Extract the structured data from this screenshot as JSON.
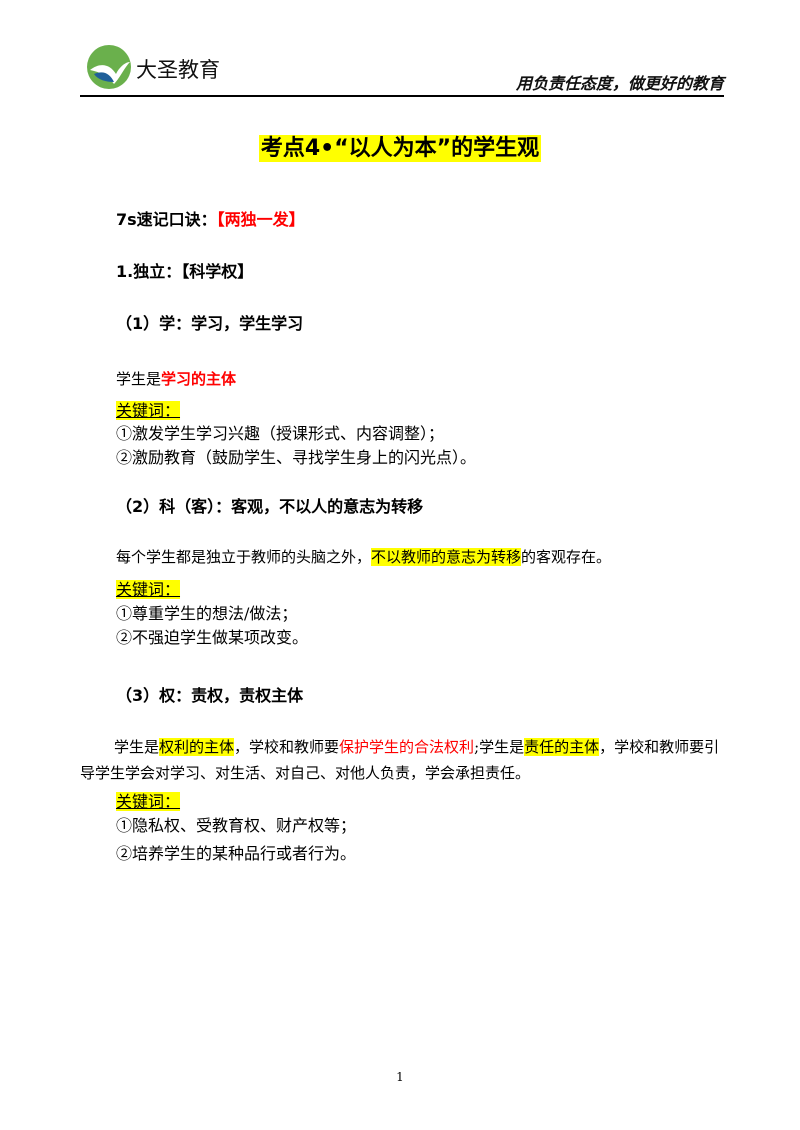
{
  "header": {
    "logo_text": "大圣教育",
    "slogan": "用负责任态度，做更好的教育"
  },
  "title": "考点4•“以人为本”的学生观",
  "mnemonic": {
    "label": "7s速记口诀：",
    "value": "【两独一发】"
  },
  "section1": {
    "heading_prefix": "1.独立：",
    "heading_key": "【科学权】"
  },
  "sub1": {
    "heading": "（1）学：学习，学生学习",
    "text_prefix": "学生是",
    "text_red": "学习的主体",
    "keywords_label": "关键词：",
    "items": [
      "①激发学生学习兴趣（授课形式、内容调整）；",
      "②激励教育（鼓励学生、寻找学生身上的闪光点）。"
    ]
  },
  "sub2": {
    "heading": "（2）科（客）：客观，不以人的意志为转移",
    "text_a": "每个学生都是独立于教师的头脑之外，",
    "text_hl": "不以教师的意志为转移",
    "text_b": "的客观存在。",
    "keywords_label": "关键词：",
    "items": [
      "①尊重学生的想法/做法；",
      "②不强迫学生做某项改变。"
    ]
  },
  "sub3": {
    "heading": "（3）权：责权，责权主体",
    "p1": "学生是",
    "p2_hl": "权利的主体",
    "p3": "，学校和教师要",
    "p4_red": "保护学生的合法权利",
    "p5": ";学生是",
    "p6_hl": "责任的主体",
    "p7": "，学校和教师要引导学生学会对学习、对生活、对自己、对他人负责，学会承担责任。",
    "keywords_label": "关键词：",
    "items": [
      "①隐私权、受教育权、财产权等；",
      "②培养学生的某种品行或者行为。"
    ]
  },
  "page_number": "1",
  "colors": {
    "highlight": "#ffff00",
    "emphasis": "#ff0000",
    "logo_green": "#6ab04c",
    "logo_blue": "#1f5f99"
  },
  "icons": {
    "logo": "bird-logo-icon"
  }
}
